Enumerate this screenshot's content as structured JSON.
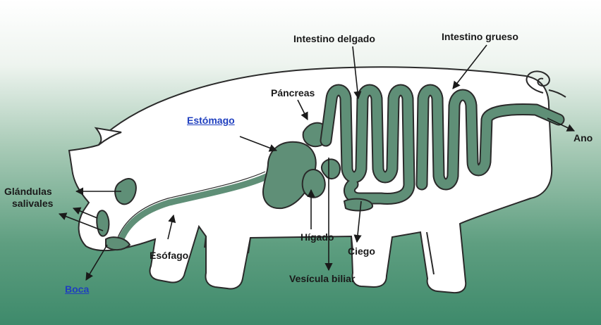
{
  "diagram": {
    "labels": {
      "intestino_delgado": "Intestino delgado",
      "intestino_grueso": "Intestino grueso",
      "pancreas": "Páncreas",
      "estomago": "Estómago",
      "ano": "Ano",
      "glandulas_line1": "Glándulas",
      "glandulas_line2": "salivales",
      "esofago": "Esófago",
      "higado": "Hígado",
      "ciego": "Ciego",
      "vesicula_biliar": "Vesícula biliar",
      "boca": "Boca"
    },
    "colors": {
      "background_top": "#ffffff",
      "background_bottom": "#3e8a6b",
      "body_fill": "#ffffff",
      "outline": "#2a2a2a",
      "organ_fill": "#5f8f77",
      "link": "#1f3fbf"
    }
  }
}
